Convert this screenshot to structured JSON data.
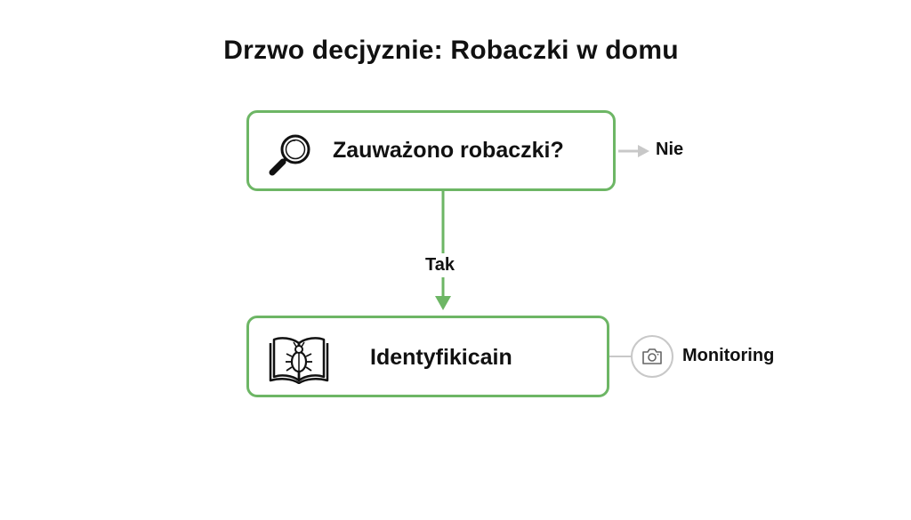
{
  "diagram": {
    "title": "Drzwo decjyznie: Robaczki w domu",
    "nodes": {
      "question": {
        "label": "Zauważono robaczki?",
        "icon": "magnifier-icon"
      },
      "identification": {
        "label": "Identyfikicain",
        "icon": "book-bug-icon"
      }
    },
    "edges": {
      "no_label": "Nie",
      "yes_label": "Tak",
      "monitoring_label": "Monitoring",
      "monitoring_icon": "camera-icon"
    },
    "colors": {
      "accent_green": "#6db665",
      "neutral_gray": "#c8c8c8",
      "text": "#111111"
    }
  }
}
